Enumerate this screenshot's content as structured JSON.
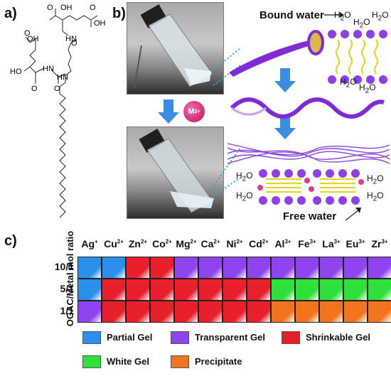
{
  "panel_labels": {
    "a": "a)",
    "b": "b)",
    "c": "c)"
  },
  "molecule": {
    "oh_top_right": "OH",
    "o_top_left": "O",
    "o_top_right": "O",
    "oh_left": "HO",
    "o_left": "O",
    "hn_1": "HN",
    "hn_2": "HN",
    "hn_3": "HN",
    "o_mid": "O",
    "o_low": "O",
    "o_bottom": "O"
  },
  "panel_b": {
    "metal_badge": "M",
    "metal_sup": "2+",
    "bound_water_label": "Bound water",
    "free_water_label": "Free water",
    "h2o": "H",
    "h2o_sub": "2",
    "h2o_o": "O"
  },
  "panel_c": {
    "y_axis_label": "OGAC/Metal mol ratio",
    "ions": [
      {
        "sym": "Ag",
        "charge": "+"
      },
      {
        "sym": "Cu",
        "charge": "2+"
      },
      {
        "sym": "Zn",
        "charge": "2+"
      },
      {
        "sym": "Co",
        "charge": "2+"
      },
      {
        "sym": "Mg",
        "charge": "2+"
      },
      {
        "sym": "Ca",
        "charge": "2+"
      },
      {
        "sym": "Ni",
        "charge": "2+"
      },
      {
        "sym": "Cd",
        "charge": "2+"
      },
      {
        "sym": "Al",
        "charge": "3+"
      },
      {
        "sym": "Fe",
        "charge": "3+"
      },
      {
        "sym": "La",
        "charge": "3+"
      },
      {
        "sym": "Eu",
        "charge": "3+"
      },
      {
        "sym": "Zr",
        "charge": "3+"
      }
    ],
    "rows": [
      {
        "ratio": "10/1",
        "states": [
          "partial",
          "partial",
          "shrinkable",
          "shrinkable",
          "transparent",
          "transparent",
          "transparent",
          "transparent",
          "transparent",
          "transparent",
          "transparent",
          "transparent",
          "transparent"
        ]
      },
      {
        "ratio": "5/1",
        "states": [
          "partial",
          "shrinkable",
          "shrinkable",
          "shrinkable",
          "shrinkable",
          "shrinkable",
          "shrinkable",
          "shrinkable",
          "white",
          "white",
          "white",
          "white",
          "white"
        ]
      },
      {
        "ratio": "1/1",
        "states": [
          "transparent",
          "shrinkable",
          "shrinkable",
          "shrinkable",
          "shrinkable",
          "shrinkable",
          "shrinkable",
          "shrinkable",
          "precipitate",
          "precipitate",
          "precipitate",
          "precipitate",
          "precipitate"
        ]
      }
    ],
    "colors": {
      "partial": "#2a90ea",
      "transparent": "#8e44ef",
      "shrinkable": "#e8202c",
      "white": "#2fe03a",
      "precipitate": "#f2741e"
    },
    "legend": [
      {
        "key": "partial",
        "label": "Partial Gel"
      },
      {
        "key": "transparent",
        "label": "Transparent Gel"
      },
      {
        "key": "shrinkable",
        "label": "Shrinkable Gel"
      },
      {
        "key": "white",
        "label": "White Gel"
      },
      {
        "key": "precipitate",
        "label": "Precipitate"
      }
    ]
  }
}
